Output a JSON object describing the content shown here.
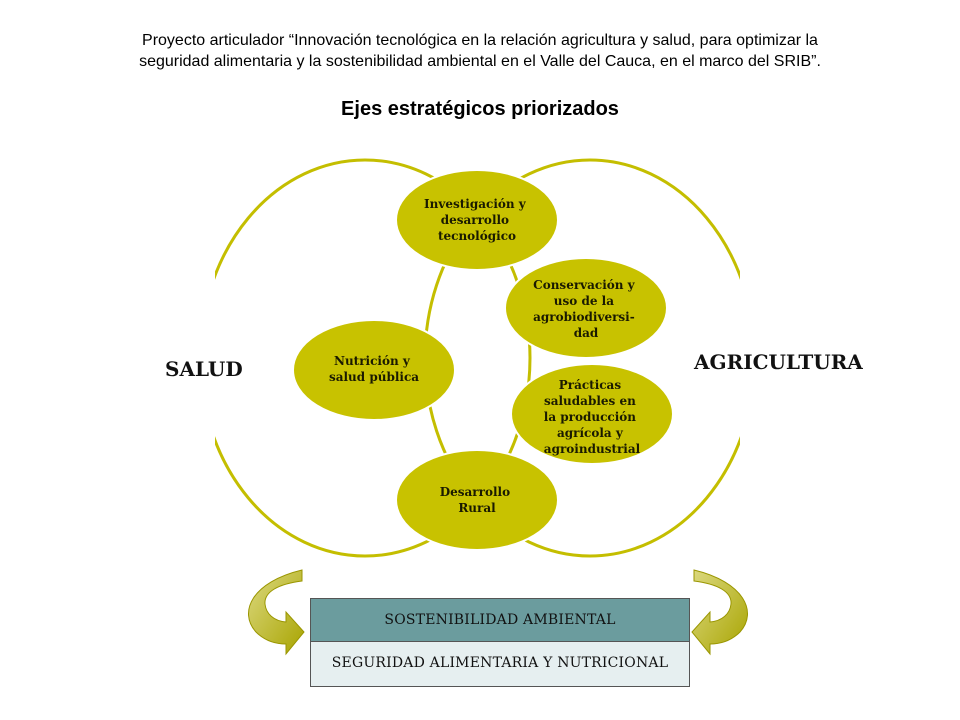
{
  "header": {
    "line1": "Proyecto articulador “Innovación tecnológica en la relación agricultura y salud, para optimizar la",
    "line2": "seguridad alimentaria y la sostenibilidad ambiental en el Valle del Cauca, en el marco del SRIB”.",
    "subtitle": "Ejes estratégicos priorizados"
  },
  "diagram": {
    "left_label": "SALUD",
    "right_label": "AGRICULTURA",
    "nodes": [
      {
        "id": "investigacion",
        "lines": [
          "Investigación y",
          "desarrollo",
          "tecnológico"
        ]
      },
      {
        "id": "conservacion",
        "lines": [
          "Conservación y",
          "uso de la",
          "agrobiodiversi-",
          "dad"
        ]
      },
      {
        "id": "nutricion",
        "lines": [
          "Nutrición y",
          "salud pública"
        ]
      },
      {
        "id": "practicas",
        "lines": [
          "Prácticas",
          "saludables en",
          "la producción",
          "agrícola y",
          "agroindustrial"
        ]
      },
      {
        "id": "desarrollo-rural",
        "lines": [
          "Desarrollo",
          "Rural"
        ]
      }
    ]
  },
  "bottom": {
    "sostenibilidad": "SOSTENIBILIDAD AMBIENTAL",
    "seguridad": "SEGURIDAD ALIMENTARIA Y NUTRICIONAL"
  },
  "colors": {
    "ellipse_fill": "#c8c200",
    "ellipse_stroke": "#ffffff",
    "ring": "#c4be00",
    "arrow_light": "#d6d36a",
    "arrow_dark": "#a8a400",
    "sost_bg": "#6b9c9e",
    "seg_bg": "#e6eff0"
  }
}
